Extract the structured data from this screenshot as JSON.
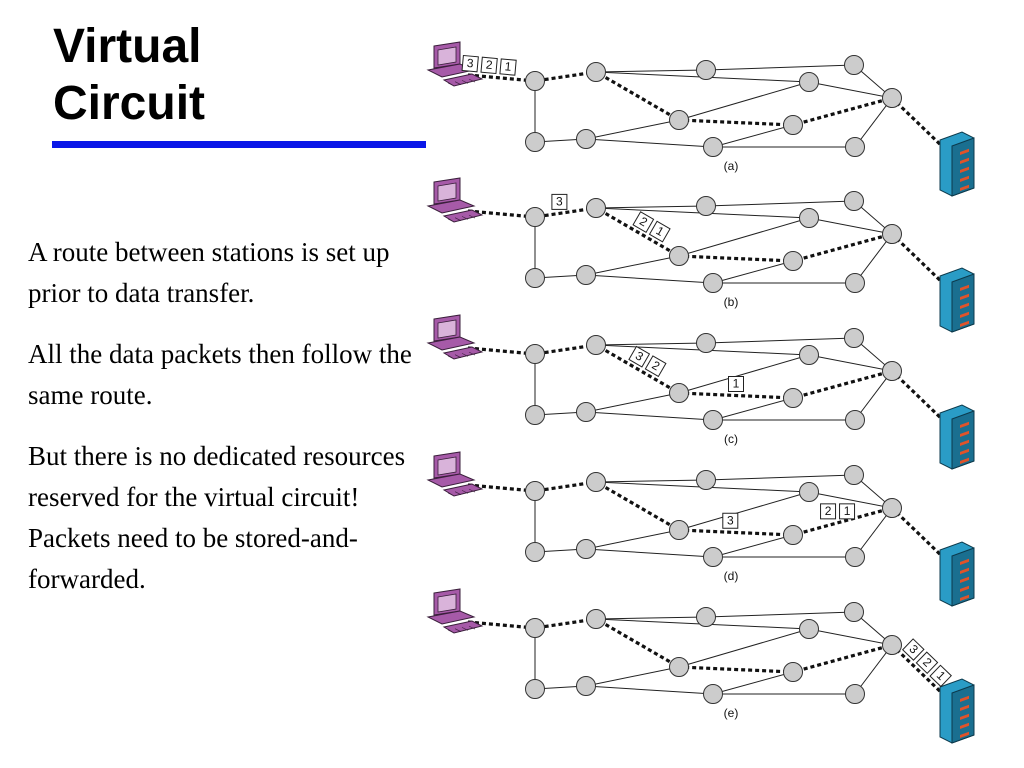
{
  "slide": {
    "title_lines": [
      "Virtual",
      "Circuit"
    ],
    "paragraphs": [
      "A route between stations is set up prior to data transfer.",
      "All the data packets then follow the same route.",
      "But there is no dedicated resources reserved for the virtual circuit! Packets need to be stored-and-forwarded."
    ],
    "accent_color": "#0a17e8"
  },
  "diagram": {
    "panels": [
      {
        "label": "(a)",
        "packets": [
          {
            "seg": [
              0,
              0.3
            ],
            "ids": [
              "3",
              "2",
              "1"
            ],
            "tilt": true
          }
        ]
      },
      {
        "label": "(b)",
        "packets": [
          {
            "seg": [
              1,
              0.4
            ],
            "ids": [
              "3"
            ],
            "tilt": false
          },
          {
            "seg": [
              2,
              0.6
            ],
            "ids": [
              "2",
              "1"
            ],
            "tilt": true
          }
        ]
      },
      {
        "label": "(c)",
        "packets": [
          {
            "seg": [
              2,
              0.55
            ],
            "ids": [
              "3",
              "2"
            ],
            "tilt": true
          },
          {
            "seg": [
              3,
              0.5
            ],
            "ids": [
              "1"
            ],
            "tilt": false
          }
        ]
      },
      {
        "label": "(d)",
        "packets": [
          {
            "seg": [
              3,
              0.45
            ],
            "ids": [
              "3"
            ],
            "tilt": false
          },
          {
            "seg": [
              4,
              0.45
            ],
            "ids": [
              "2",
              "1"
            ],
            "tilt": false
          }
        ]
      },
      {
        "label": "(e)",
        "packets": [
          {
            "seg": [
              5,
              0.5
            ],
            "ids": [
              "3",
              "2",
              "1"
            ],
            "tilt": true
          }
        ]
      }
    ],
    "colors": {
      "workstation": "#a65aa8",
      "server": "#2a9cc6",
      "node": "#cccccc"
    },
    "icons": [
      "workstation-icon",
      "server-icon"
    ]
  }
}
